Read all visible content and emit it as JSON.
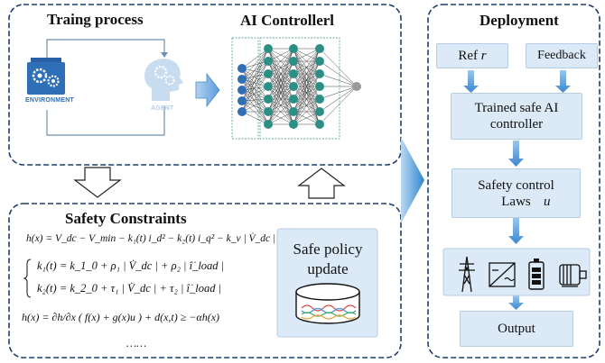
{
  "training": {
    "title": "Traing process",
    "environment_label": "ENVIRONMENT",
    "agent_label": "AGENT",
    "controller_title": "AI Controllerl"
  },
  "safety": {
    "title": "Safety Constraints",
    "equations": [
      "h(x) = V_dc − V_min − k₁(t) i_d² − k₂(t) i_q² − k_v | V̇_dc |",
      "k₁(t) = k_1_0 + ρ₁ | V̇_dc | + ρ₂ | î̇_load |",
      "k₂(t) = k_2_0 + τ₁ | V̇_dc | + τ₂ | î̇_load |",
      "h(x) = ∂h/∂x ( f(x) + g(x)u ) + d(x,t) ≥ −αh(x)",
      "……"
    ],
    "policy_update": "Safe policy update"
  },
  "deployment": {
    "title": "Deployment",
    "ref_label": "Ref",
    "ref_symbol": "r",
    "feedback_label": "Feedback",
    "trained_controller": "Trained safe AI controller",
    "safety_laws": "Safety control Laws",
    "safety_laws_symbol": "u",
    "output_label": "Output",
    "devices": [
      "transmission-tower-icon",
      "converter-icon",
      "battery-icon",
      "motor-icon"
    ]
  },
  "colors": {
    "frame": "#1f3d6e",
    "arrow_blue": "#4a90d9",
    "box_fill": "#dce9f6",
    "node": "#2f6fb8",
    "node_teal": "#2b8f86"
  }
}
